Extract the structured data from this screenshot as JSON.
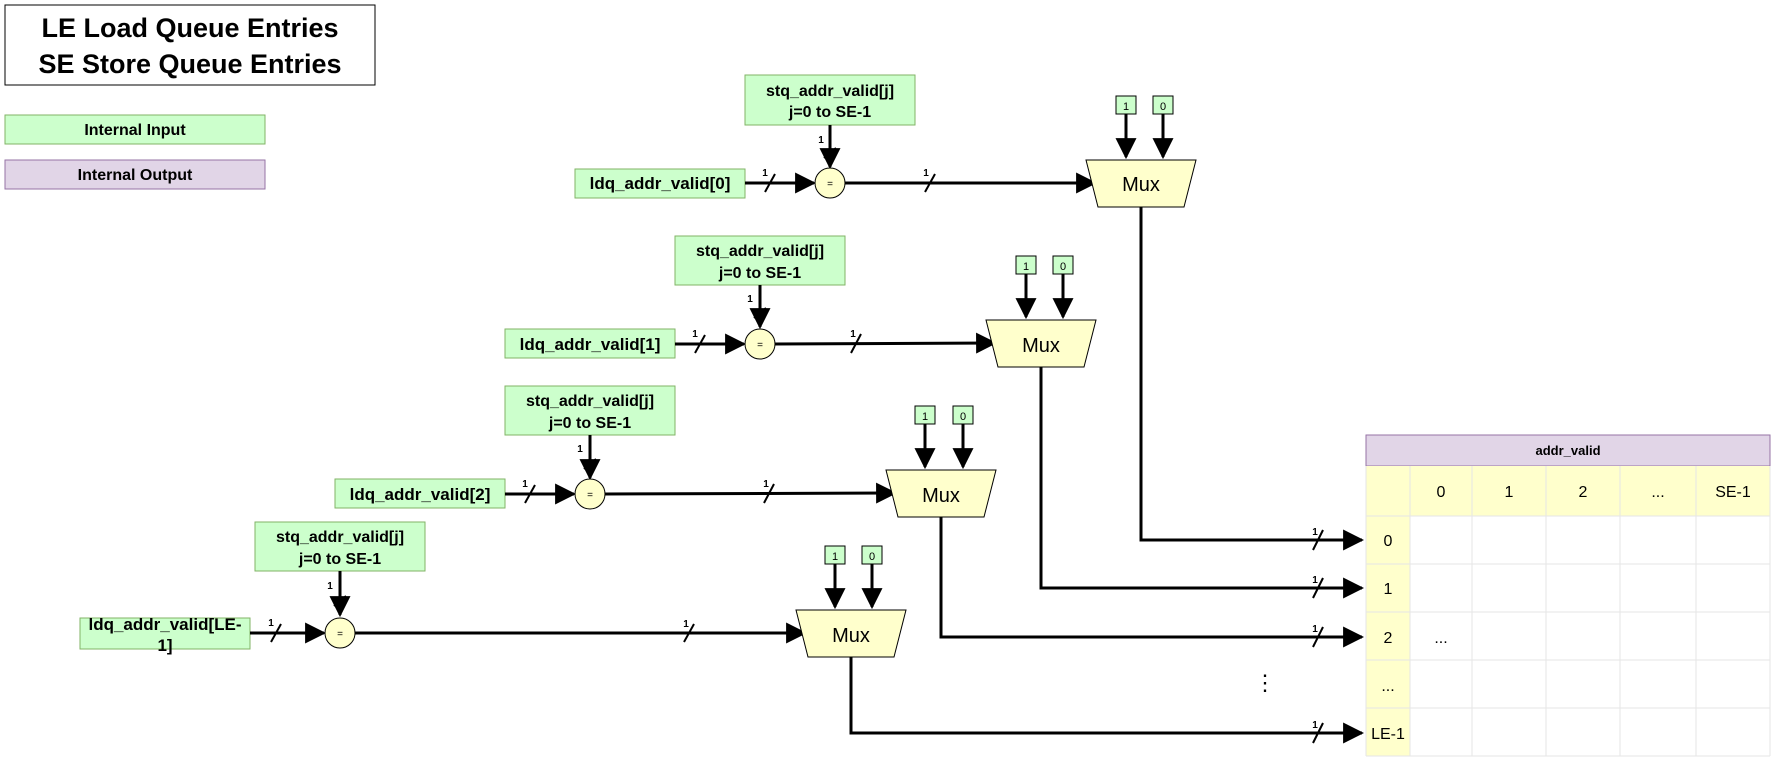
{
  "title": {
    "line1": "LE Load Queue Entries",
    "line2": "SE Store Queue Entries"
  },
  "legend": {
    "input": "Internal Input",
    "output": "Internal Output"
  },
  "colors": {
    "input_fill": "#ccffcc",
    "input_stroke": "#82b366",
    "output_fill": "#e1d5e7",
    "output_stroke": "#9673a6",
    "mux_fill": "#ffffcc",
    "cell_border": "#e6e6e6"
  },
  "rows": [
    {
      "ldq": "ldq_addr_valid[0]",
      "stq_line1": "stq_addr_valid[j]",
      "stq_line2": "j=0 to SE-1",
      "bit": "1",
      "eq": "=",
      "mux": "Mux",
      "in1": "1",
      "in0": "0"
    },
    {
      "ldq": "ldq_addr_valid[1]",
      "stq_line1": "stq_addr_valid[j]",
      "stq_line2": "j=0 to SE-1",
      "bit": "1",
      "eq": "=",
      "mux": "Mux",
      "in1": "1",
      "in0": "0"
    },
    {
      "ldq": "ldq_addr_valid[2]",
      "stq_line1": "stq_addr_valid[j]",
      "stq_line2": "j=0 to SE-1",
      "bit": "1",
      "eq": "=",
      "mux": "Mux",
      "in1": "1",
      "in0": "0"
    },
    {
      "ldq_line1": "ldq_addr_valid[LE-",
      "ldq_line2": "1]",
      "stq_line1": "stq_addr_valid[j]",
      "stq_line2": "j=0 to SE-1",
      "bit": "1",
      "eq": "=",
      "mux": "Mux",
      "in1": "1",
      "in0": "0"
    }
  ],
  "table": {
    "title": "addr_valid",
    "columns": [
      "0",
      "1",
      "2",
      "...",
      "SE-1"
    ],
    "rows": [
      "0",
      "1",
      "2",
      "...",
      "LE-1"
    ],
    "cell_ellipsis": "..."
  },
  "vdots": "⋮"
}
